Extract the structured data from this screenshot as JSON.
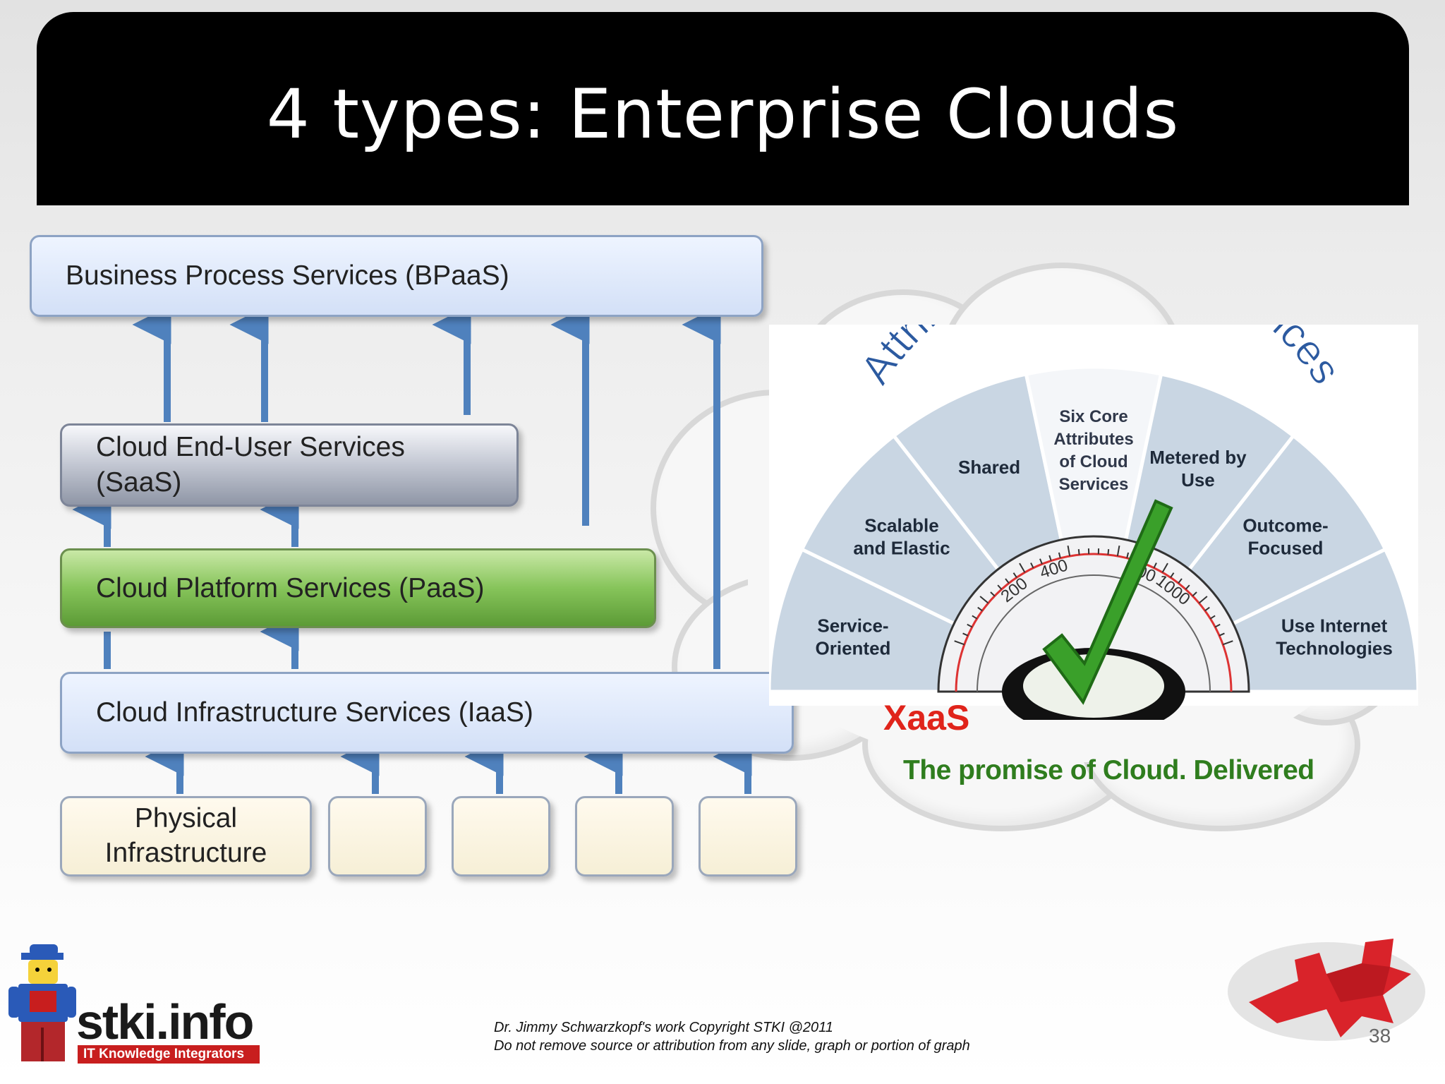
{
  "slide": {
    "title": "4 types: Enterprise Clouds",
    "page_number": "38"
  },
  "stack": {
    "bpaas": "Business Process Services (BPaaS)",
    "saas_line1": "Cloud End-User Services",
    "saas_line2": "(SaaS)",
    "paas": "Cloud Platform Services (PaaS)",
    "iaas": "Cloud Infrastructure Services (IaaS)",
    "physical_line1": "Physical",
    "physical_line2": "Infrastructure"
  },
  "attributes": {
    "arc_title": "Attributes of Cloud Services",
    "center_line1": "Six Core",
    "center_line2": "Attributes",
    "center_line3": "of Cloud",
    "center_line4": "Services",
    "segments": [
      {
        "line1": "Service-",
        "line2": "Oriented"
      },
      {
        "line1": "Scalable",
        "line2": "and Elastic"
      },
      {
        "line1": "Shared",
        "line2": ""
      },
      {
        "line1": "Metered by",
        "line2": "Use"
      },
      {
        "line1": "Outcome-",
        "line2": "Focused"
      },
      {
        "line1": "Use Internet",
        "line2": "Technologies"
      }
    ],
    "gauge_labels": [
      "200",
      "400",
      "800",
      "1000"
    ]
  },
  "xaas": {
    "label": "XaaS",
    "tagline": "The promise of Cloud. Delivered"
  },
  "footer": {
    "copyright_line1": "Dr. Jimmy Schwarzkopf's work  Copyright STKI @2011",
    "copyright_line2": "Do not remove source or attribution from any slide, graph or portion of graph",
    "logo_text": "stki.info",
    "logo_tagline": "IT Knowledge Integrators"
  },
  "colors": {
    "arrow": "#4f81bd",
    "paas_green": "#7ab648",
    "xaas_red": "#e0241b",
    "promise_green": "#2f7d1e",
    "check_green": "#3aa02a"
  }
}
